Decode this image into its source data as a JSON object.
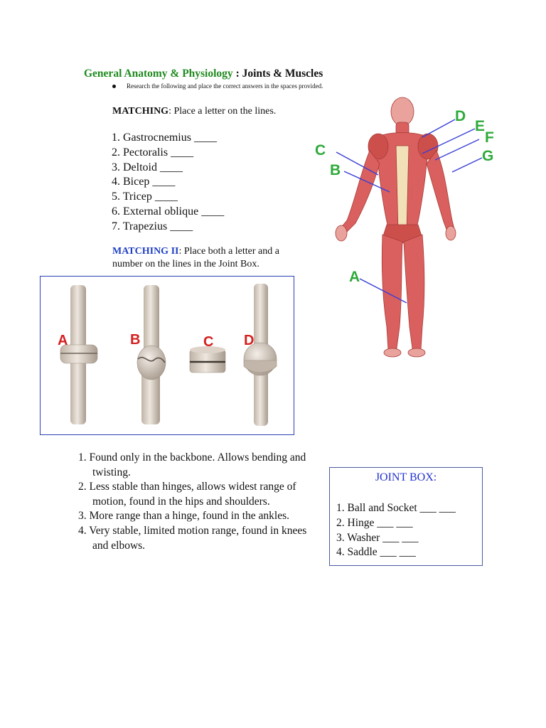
{
  "header": {
    "title_green": "General Anatomy & Physiology",
    "title_rest": " : Joints & Muscles",
    "instruction": "Research the following and place the correct answers in the spaces provided."
  },
  "matching1": {
    "heading": "MATCHING",
    "text": ": Place a letter on the lines.",
    "items": [
      "1.  Gastrocnemius ____",
      "2.  Pectoralis ____",
      "3.  Deltoid ____",
      "4.  Bicep ____",
      "5.  Tricep ____",
      "6.  External oblique ____",
      "7.  Trapezius ____"
    ]
  },
  "matching2": {
    "heading": "MATCHING II",
    "text": ": Place both a letter and a number on the lines in the Joint Box."
  },
  "joints": {
    "labels": [
      "A",
      "B",
      "C",
      "D"
    ]
  },
  "figure": {
    "labels": [
      "A",
      "B",
      "C",
      "D",
      "E",
      "F",
      "G"
    ]
  },
  "descriptions": [
    "1. Found only in the backbone. Allows bending and twisting.",
    "2. Less stable than hinges, allows widest range of motion, found in the hips and shoulders.",
    "3. More range than a hinge, found in the ankles.",
    "4. Very stable, limited motion range, found in knees and elbows."
  ],
  "joint_box": {
    "title": "JOINT BOX:",
    "items": [
      "1. Ball and Socket ___ ___",
      "2. Hinge ___ ___",
      "3. Washer ___ ___",
      "4. Saddle ___ ___"
    ]
  },
  "colors": {
    "title_green": "#1f8a1f",
    "heading_blue": "#1f3fc4",
    "label_green": "#2eaa3a",
    "label_red": "#d42020",
    "muscle": "#d9605e",
    "bone": "#d6ccc2"
  }
}
